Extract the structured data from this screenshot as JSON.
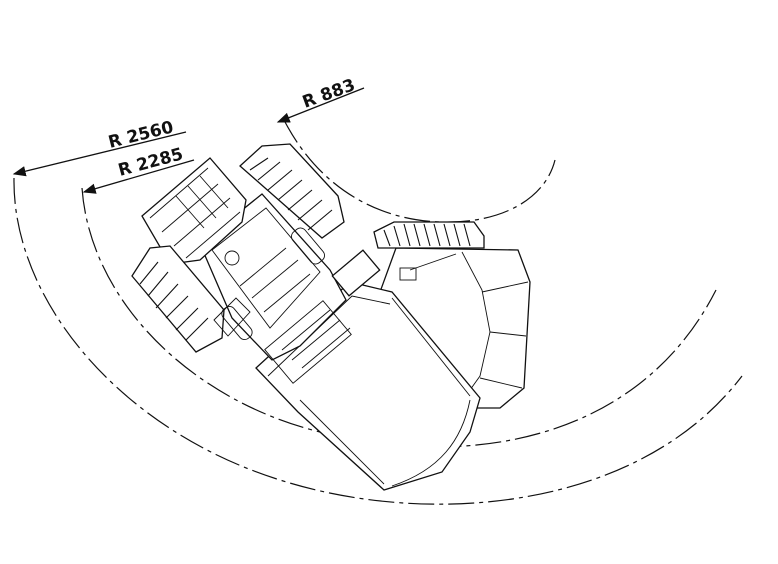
{
  "dimensions": [
    {
      "id": "outer_radius",
      "label": "R 2560"
    },
    {
      "id": "middle_radius",
      "label": "R 2285"
    },
    {
      "id": "inner_radius",
      "label": "R 883"
    }
  ]
}
